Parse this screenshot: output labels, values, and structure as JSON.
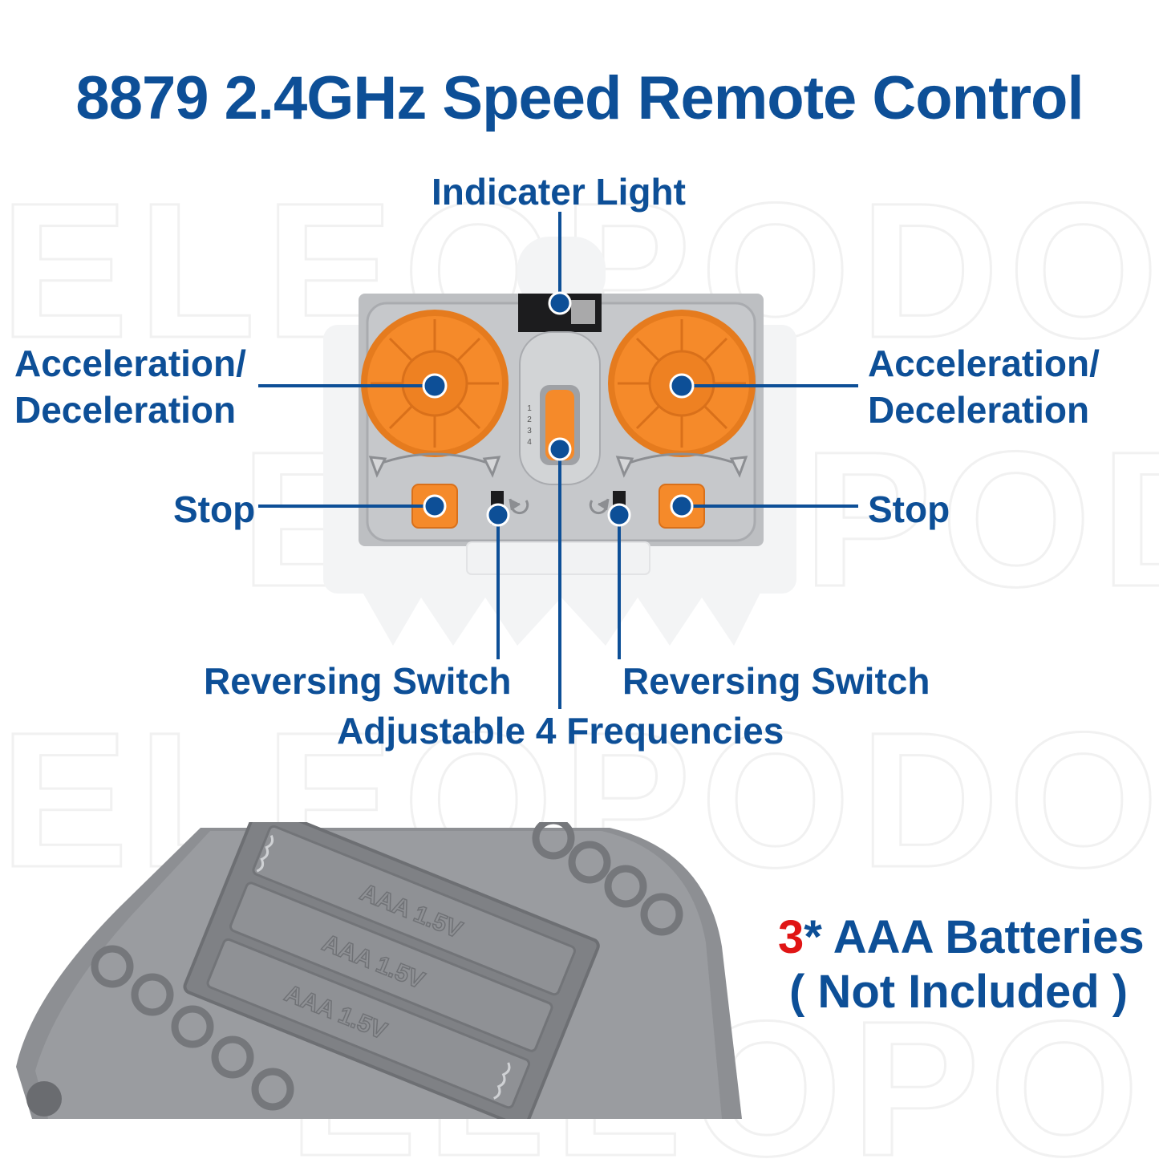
{
  "title": "8879 2.4GHz Speed Remote Control",
  "watermark": "ELEOPODO",
  "labels": {
    "indicator_light": "Indicater Light",
    "accel_left_line1": "Acceleration/",
    "accel_left_line2": "Deceleration",
    "accel_right_line1": "Acceleration/",
    "accel_right_line2": "Deceleration",
    "stop_left": "Stop",
    "stop_right": "Stop",
    "reversing_left": "Reversing Switch",
    "reversing_right": "Reversing Switch",
    "frequencies": "Adjustable 4 Frequencies"
  },
  "remote": {
    "channel_numbers": [
      "1",
      "2",
      "3",
      "4"
    ]
  },
  "battery": {
    "count": "3",
    "label": "* AAA Batteries",
    "note": "( Not Included )",
    "cell_marking": "AAA 1.5V"
  },
  "colors": {
    "brand_blue": "#0d4f97",
    "accent_red": "#e01515",
    "knob_orange": "#f58a2a",
    "body_grey": "#b7b9bc",
    "battery_grey": "#8d8f93"
  }
}
